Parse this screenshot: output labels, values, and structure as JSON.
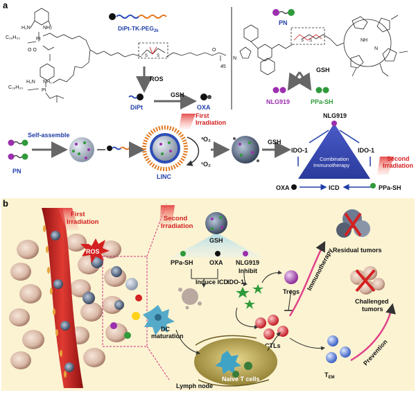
{
  "panels": {
    "a": "a",
    "b": "b"
  },
  "panel_a": {
    "compound_dipt_tk_peg": "DiPt-TK-PEG",
    "compound_dipt_tk_peg_sub": "2k",
    "c16h33_top": "C₁₆H₃₃",
    "c16h33_bottom": "C₁₆H₃₃",
    "peg_n": "45",
    "ros": "ROS",
    "dipt": "DiPt",
    "gsh_left": "GSH",
    "oxa": "OXA",
    "pn_top": "PN",
    "gsh_right": "GSH",
    "nlg919": "NLG919",
    "ppa_sh": "PPa-SH",
    "self_assemble": "Self-assemble",
    "pn_bottom": "PN",
    "first_irradiation": [
      "First",
      "Irradiation"
    ],
    "o2_triplet": "³O₂",
    "o2_singlet": "¹O₂",
    "linc": "LINC",
    "gsh_bottom": "GSH",
    "triangle_top": "NLG919",
    "ido1_left": "IDO-1",
    "ido1_right": "IDO-1",
    "combination": [
      "Combination",
      "Immunotherapy"
    ],
    "second_irradiation": [
      "Second",
      "Irradiation"
    ],
    "oxa_bottom": "OXA",
    "icd": "ICD",
    "ppa_sh_bottom": "PPa-SH"
  },
  "panel_b": {
    "first_irradiation": [
      "First",
      "Irradiation"
    ],
    "ros": "ROS",
    "second_irradiation": [
      "Second",
      "Irradiation"
    ],
    "gsh": "GSH",
    "ppa_sh": "PPa-SH",
    "oxa": "OXA",
    "nlg919": "NLG919",
    "inhibit": "Inhibit",
    "induce_icd": "Induce ICD",
    "ido1": "IDO-1",
    "tregs": "Tregs",
    "dc_maturation": [
      "DC",
      "maturation"
    ],
    "ctls": "CTLs",
    "immunotherapy": "Immunotherapy",
    "prevention": "Prevention",
    "residual_tumors": "Residual tumors",
    "challenged_tumors": [
      "Challenged",
      "tumors"
    ],
    "tem": "T",
    "tem_sub": "EM",
    "naive_t_cells": "Naive T cells",
    "lymph_node": "Lymph node"
  },
  "colors": {
    "blue": "#1f3ea8",
    "purple": "#9b2fae",
    "green": "#2f9a3a",
    "red": "#d42121",
    "vessel": "#c8241f",
    "background_b": "#fbf3d2"
  }
}
